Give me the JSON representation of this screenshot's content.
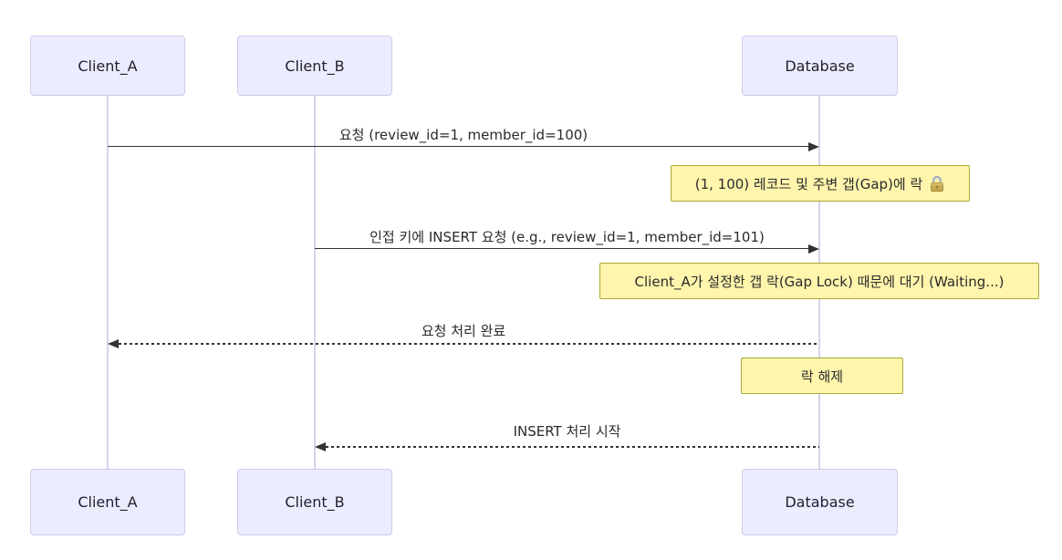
{
  "diagram": {
    "type": "sequence",
    "actors": [
      {
        "id": "client_a",
        "label": "Client_A"
      },
      {
        "id": "client_b",
        "label": "Client_B"
      },
      {
        "id": "database",
        "label": "Database"
      }
    ],
    "messages": [
      {
        "from": "Client_A",
        "to": "Database",
        "line": "solid",
        "label": "요청 (review_id=1, member_id=100)"
      },
      {
        "from": "Client_B",
        "to": "Database",
        "line": "solid",
        "label": "인접 키에 INSERT 요청 (e.g., review_id=1, member_id=101)"
      },
      {
        "from": "Database",
        "to": "Client_A",
        "line": "dashed",
        "label": "요청 처리 완료"
      },
      {
        "from": "Database",
        "to": "Client_B",
        "line": "dashed",
        "label": "INSERT 처리 시작"
      }
    ],
    "notes": [
      {
        "over": "Database",
        "label": "(1, 100) 레코드 및 주변 갭(Gap)에 락",
        "icon": "lock-icon"
      },
      {
        "over": "Database",
        "label": "Client_A가 설정한 갭 락(Gap Lock) 때문에 대기 (Waiting...)"
      },
      {
        "over": "Database",
        "label": "락 해제"
      }
    ],
    "colors": {
      "actor_fill": "#ECECFF",
      "actor_border": "#CFCAEA",
      "lifeline": "#D9D2EC",
      "note_fill": "#FFF5AD",
      "note_border": "#AAAA33",
      "message_line": "#333333",
      "text": "#2A2A2A",
      "lock_body": "#C7A94F",
      "lock_shackle": "#A8B0C0"
    }
  }
}
